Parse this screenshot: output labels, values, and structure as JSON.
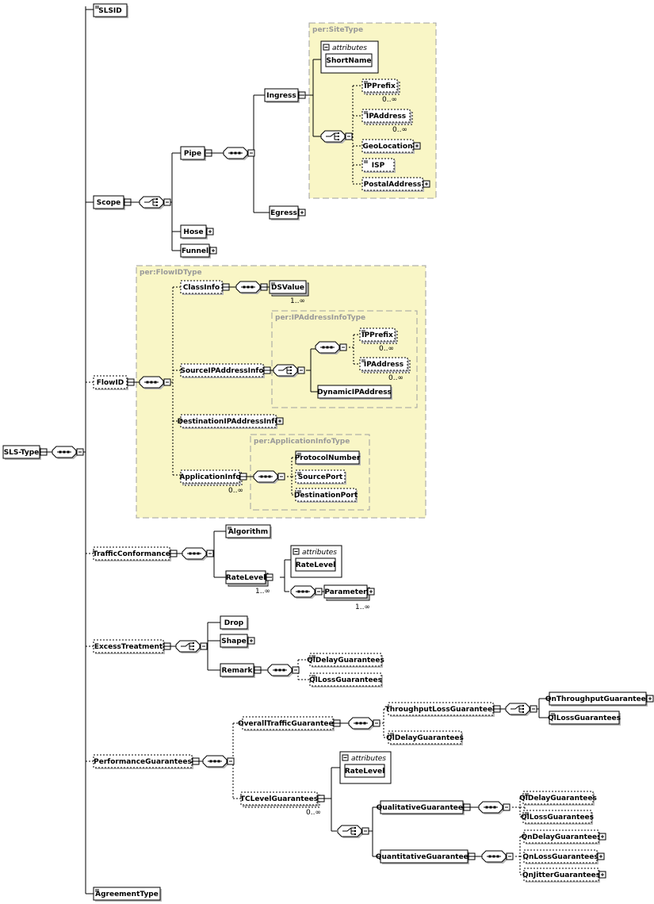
{
  "types": {
    "site": "per:SiteType",
    "flowid": "per:FlowIDType",
    "ipaddr": "per:IPAddressInfoType",
    "appinfo": "per:ApplicationInfoType"
  },
  "labels": {
    "attributes": "attributes"
  },
  "elements": {
    "sls_type": "SLS-Type",
    "slsid": "SLSID",
    "scope": "Scope",
    "pipe": "Pipe",
    "ingress": "Ingress",
    "shortname": "ShortName",
    "ipprefix": "IPPrefix",
    "ipaddress": "IPAddress",
    "geolocation": "GeoLocation",
    "isp": "ISP",
    "postaladdress": "PostalAddress",
    "egress": "Egress",
    "hose": "Hose",
    "funnel": "Funnel",
    "flowid": "FlowID",
    "classinfo": "ClassInfo",
    "dsvalue": "DSValue",
    "sourceip": "SourceIPAddressInfo",
    "ip_prefix2": "IPPrefix",
    "ip_address2": "IPAddress",
    "dynamicip": "DynamicIPAddress",
    "destip": "DestinationIPAddressInfo",
    "appinfo": "ApplicationInfo",
    "protocolnumber": "ProtocolNumber",
    "sourceport": "SourcePort",
    "destport": "DestinationPort",
    "trafficconformance": "TrafficConformance",
    "algorithm": "Algorithm",
    "ratelevel": "RateLevel",
    "ratelevel_attr": "RateLevel",
    "parameter": "Parameter",
    "excesstreatment": "ExcessTreatment",
    "drop": "Drop",
    "shape": "Shape",
    "remark": "Remark",
    "qldelay1": "QlDelayGuarantees",
    "qlloss1": "QlLossGuarantees",
    "performanceguarantees": "PerformanceGuarantees",
    "overalltraffic": "OverallTrafficGuarantees",
    "throughputloss": "ThroughputLossGuarantees",
    "qnthroughput": "QnThroughputGuarantees",
    "qlloss2": "QlLossGuarantees",
    "qldelay2": "QlDelayGuarantees",
    "tclevel": "TCLevelGuarantees",
    "ratelevel_attr2": "RateLevel",
    "qualitative": "QualitativeGuarantees",
    "qldelay3": "QlDelayGuarantees",
    "qlloss3": "QlLossGuarantees",
    "quantitative": "QuantitativeGuarantees",
    "qndelay": "QnDelayGuarantees",
    "qnloss": "QnLossGuarantees",
    "qnjitter": "QnJitterGuarantees",
    "agreementtype": "AgreementType"
  },
  "occurrences": {
    "ipprefix": "0..∞",
    "ipaddress": "0..∞",
    "dsvalue": "1..∞",
    "ip_prefix2": "0..∞",
    "ip_address2": "0..∞",
    "appinfo": "0..∞",
    "ratelevel": "1..∞",
    "parameter": "1..∞",
    "tclevel": "0..∞"
  }
}
